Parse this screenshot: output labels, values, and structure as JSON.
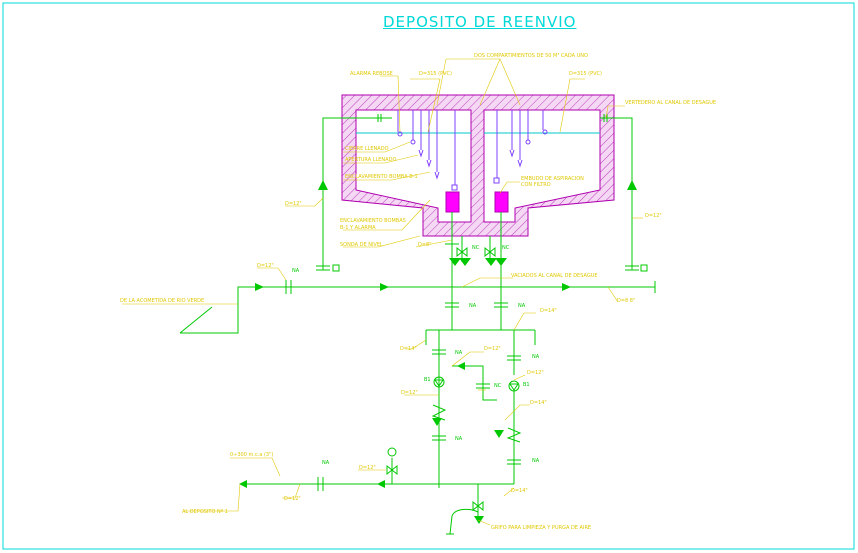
{
  "title": "DEPOSITO  DE  REENVIO",
  "labels": {
    "compartments": "DOS COMPARTIMIENTOS DE 50 M³ CADA UNO",
    "alarma_rebose": "ALARMA REBOSE",
    "d315_left": "D=315 (PVC)",
    "d315_right": "D=315 (PVC)",
    "vertedero": "VERTEDERO AL CANAL DE DESAGUE",
    "cierre_llenado": "CIERRE LLENADO",
    "apertura_llenado": "APERTURA LLENADO",
    "enclavamiento_1": "ENCLAVAMIENTO BOMBA B-1",
    "embudo": "EMBUDO DE ASPIRACION",
    "con_filtro": "CON FILTRO",
    "d12_left": "D=12\"",
    "d12_right": "D=12\"",
    "enclav_bombas": "ENCLAVAMIENTO BOMBAS",
    "b1_alarma": "B-1 Y ALARMA",
    "sonda_nivel": "SONDA DE NIVEL",
    "d8_center": "D=8\"",
    "na_small_1": "NC",
    "na_small_2": "NC",
    "vaciados": "VACIADOS AL CANAL DE DESAGUE",
    "d12_top": "D=12\"",
    "na_inlet": "NA",
    "acometida": "DE LA ACOMETIDA DE RIO VERDE",
    "d8_right": "D=8 8\"",
    "na_a": "NA",
    "na_b": "NA",
    "d14_top": "D=14\"",
    "d14_left": "D=14\"",
    "na_c": "NA",
    "d12_mid": "D=12\"",
    "na_d": "NA",
    "d12_right2": "D=12\"",
    "b1_left": "B1",
    "b1_right": "B1",
    "d12_pump": "D=12\"",
    "nc_mid": "NC",
    "d14_right": "D=14\"",
    "na_e": "NA",
    "na_f": "NA",
    "d14_bottom": "D=14\"",
    "manometer": "0÷300 m.c.a (3\")",
    "na_outlet": "NA",
    "d12_outlet": "D=12\"",
    "d12_outlet2": "D=12\"",
    "al_deposito": "AL DEPOSITO Nº 1",
    "grifo": "GRIFO PARA LIMPIEZA Y PURGA DE AIRE"
  },
  "colors": {
    "background": "#ffffff",
    "pipe": "#00c800",
    "label": "#e0c800",
    "leader": "#e0c800",
    "tank_outline": "#b000b0",
    "tank_hatch": "#c040c0",
    "water_line": "#00c8c8",
    "instrument": "#8040ff",
    "pump_filter": "#ff00ff",
    "title": "#00d8d8",
    "frame": "#00d8d8"
  }
}
